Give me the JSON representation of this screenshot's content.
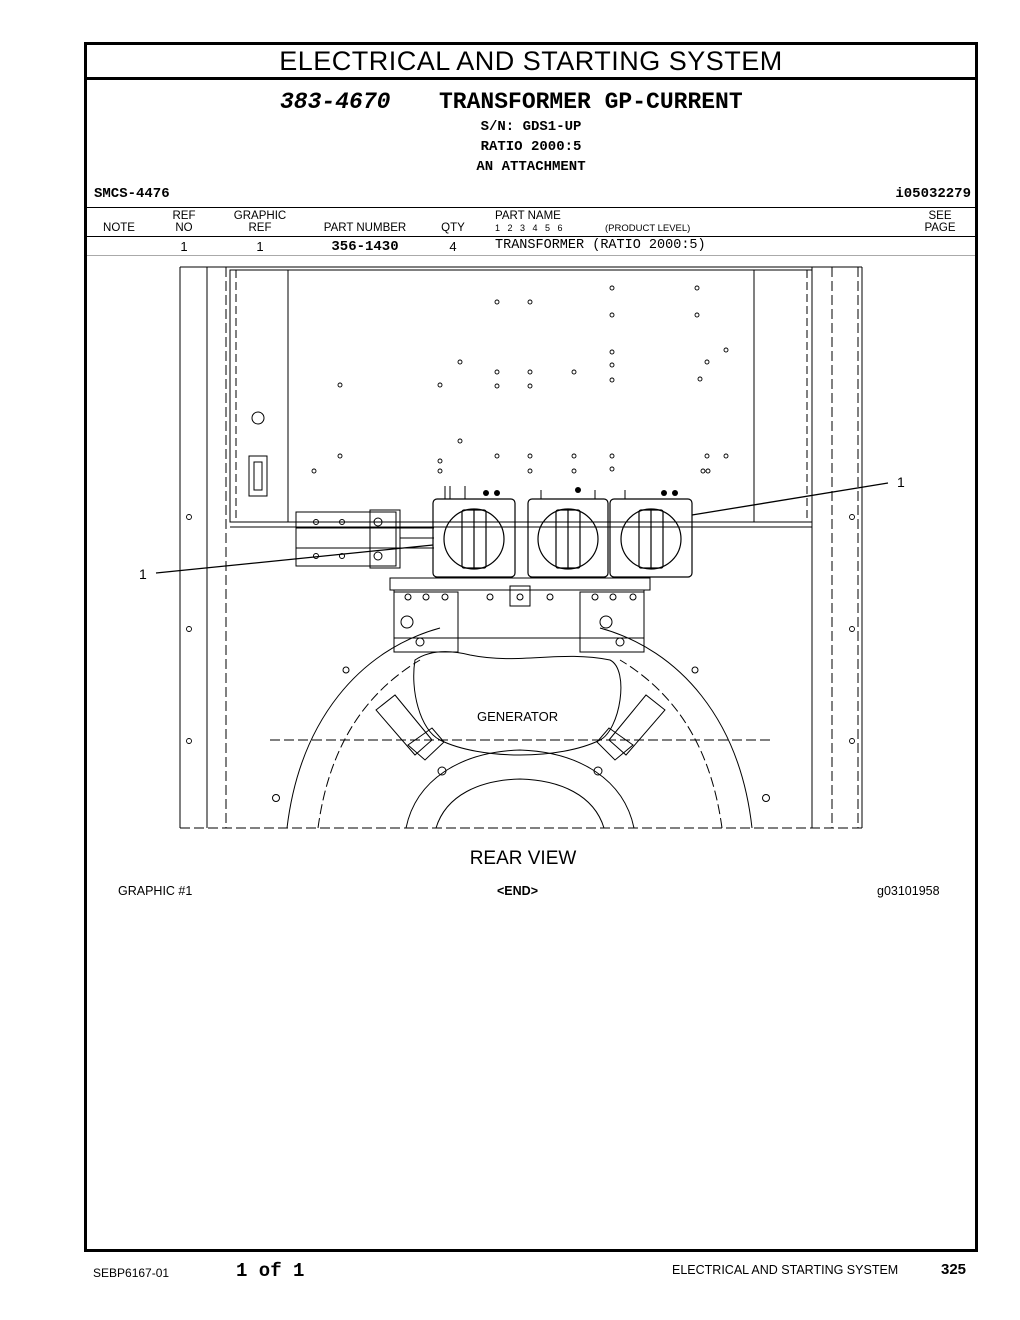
{
  "header": {
    "section_title": "ELECTRICAL AND STARTING SYSTEM"
  },
  "group": {
    "number": "383-4670",
    "name": "TRANSFORMER GP-CURRENT",
    "serial": "S/N: GDS1-UP",
    "ratio": "RATIO 2000:5",
    "type": "AN ATTACHMENT"
  },
  "smcs": "SMCS-4476",
  "illustration_id": "i05032279",
  "table": {
    "headers": {
      "note": "NOTE",
      "ref_top": "REF",
      "ref_bottom": "NO",
      "graphic_top": "GRAPHIC",
      "graphic_bottom": "REF",
      "part_number": "PART NUMBER",
      "qty": "QTY",
      "part_name": "PART NAME",
      "levels": "1   2   3   4   5   6",
      "product_level": "(PRODUCT LEVEL)",
      "see_top": "SEE",
      "see_bottom": "PAGE"
    },
    "rows": [
      {
        "note": "",
        "ref_no": "1",
        "graphic_ref": "1",
        "part_number": "356-1430",
        "qty": "4",
        "part_name": "TRANSFORMER (RATIO 2000:5)",
        "see_page": ""
      }
    ]
  },
  "figure": {
    "callout_right": "1",
    "callout_left": "1",
    "generator_label": "GENERATOR",
    "view_caption": "REAR VIEW",
    "graphic_label": "GRAPHIC #1",
    "end_marker": "<END>",
    "graphic_id": "g03101958"
  },
  "footer": {
    "doc_number": "SEBP6167-01",
    "page_of": "1 of 1",
    "section": "ELECTRICAL AND STARTING SYSTEM",
    "page_number": "325"
  }
}
